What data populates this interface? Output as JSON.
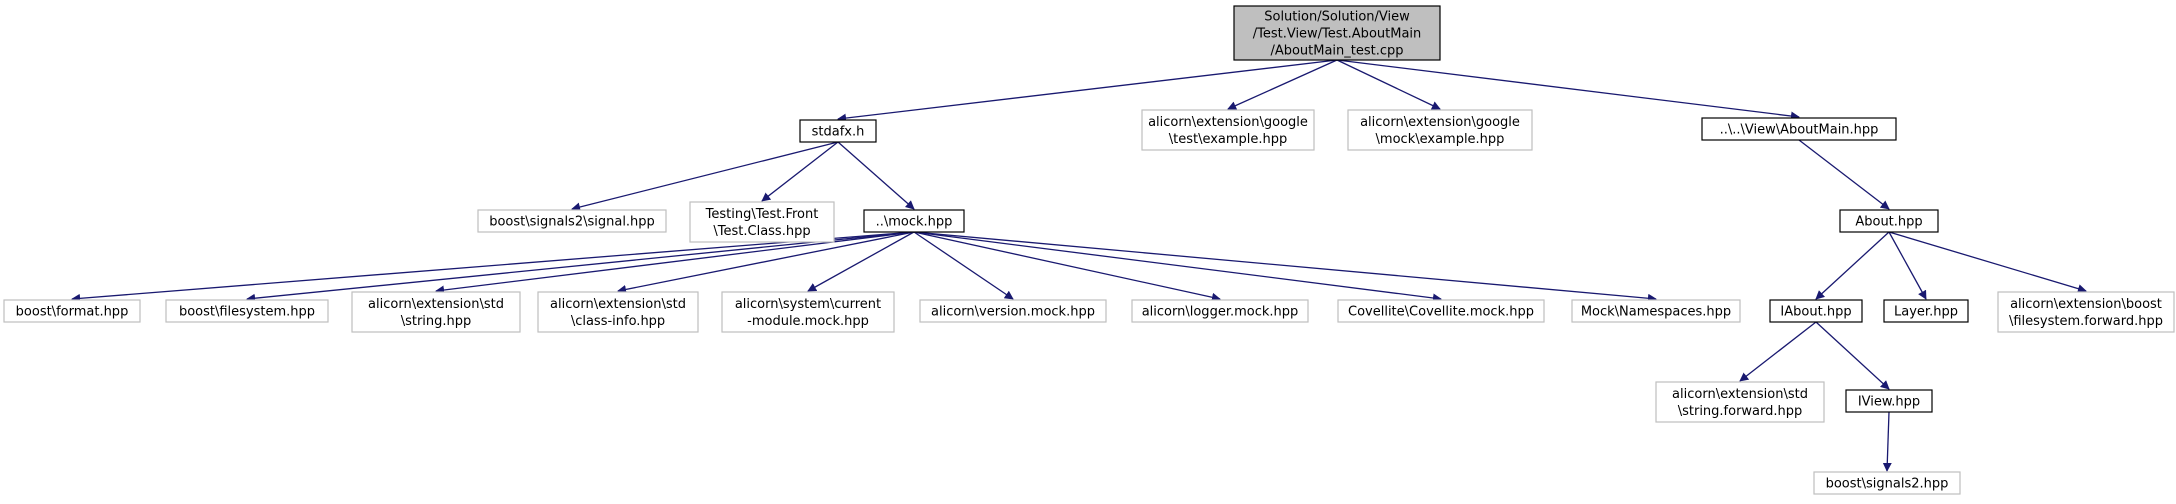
{
  "colors": {
    "root_fill": "#bfbfbf",
    "node_border": "#000000",
    "external_border": "#bfbfbf",
    "edge": "#191970",
    "text": "#000000",
    "background": "#ffffff"
  },
  "nodes": [
    {
      "id": "root",
      "kind": "root",
      "lines": [
        "Solution/Solution/View",
        "/Test.View/Test.AboutMain",
        "/AboutMain_test.cpp"
      ]
    },
    {
      "id": "stdafx",
      "kind": "doc",
      "lines": [
        "stdafx.h"
      ]
    },
    {
      "id": "google_test",
      "kind": "external",
      "lines": [
        "alicorn\\extension\\google",
        "\\test\\example.hpp"
      ]
    },
    {
      "id": "google_mock",
      "kind": "external",
      "lines": [
        "alicorn\\extension\\google",
        "\\mock\\example.hpp"
      ]
    },
    {
      "id": "aboutmain_hpp",
      "kind": "doc",
      "lines": [
        "..\\..\\View\\AboutMain.hpp"
      ]
    },
    {
      "id": "boost_signal",
      "kind": "external",
      "lines": [
        "boost\\signals2\\signal.hpp"
      ]
    },
    {
      "id": "testing_front",
      "kind": "external",
      "lines": [
        "Testing\\Test.Front",
        "\\Test.Class.hpp"
      ]
    },
    {
      "id": "mock_hpp",
      "kind": "doc",
      "lines": [
        "..\\mock.hpp"
      ]
    },
    {
      "id": "about_hpp",
      "kind": "doc",
      "lines": [
        "About.hpp"
      ]
    },
    {
      "id": "boost_format",
      "kind": "external",
      "lines": [
        "boost\\format.hpp"
      ]
    },
    {
      "id": "boost_filesystem",
      "kind": "external",
      "lines": [
        "boost\\filesystem.hpp"
      ]
    },
    {
      "id": "std_string",
      "kind": "external",
      "lines": [
        "alicorn\\extension\\std",
        "\\string.hpp"
      ]
    },
    {
      "id": "std_class_info",
      "kind": "external",
      "lines": [
        "alicorn\\extension\\std",
        "\\class-info.hpp"
      ]
    },
    {
      "id": "current_module",
      "kind": "external",
      "lines": [
        "alicorn\\system\\current",
        "-module.mock.hpp"
      ]
    },
    {
      "id": "version_mock",
      "kind": "external",
      "lines": [
        "alicorn\\version.mock.hpp"
      ]
    },
    {
      "id": "logger_mock",
      "kind": "external",
      "lines": [
        "alicorn\\logger.mock.hpp"
      ]
    },
    {
      "id": "covellite_mock",
      "kind": "external",
      "lines": [
        "Covellite\\Covellite.mock.hpp"
      ]
    },
    {
      "id": "mock_namespaces",
      "kind": "external",
      "lines": [
        "Mock\\Namespaces.hpp"
      ]
    },
    {
      "id": "iabout_hpp",
      "kind": "doc",
      "lines": [
        "IAbout.hpp"
      ]
    },
    {
      "id": "layer_hpp",
      "kind": "doc",
      "lines": [
        "Layer.hpp"
      ]
    },
    {
      "id": "boost_fs_forward",
      "kind": "external",
      "lines": [
        "alicorn\\extension\\boost",
        "\\filesystem.forward.hpp"
      ]
    },
    {
      "id": "std_string_forward",
      "kind": "external",
      "lines": [
        "alicorn\\extension\\std",
        "\\string.forward.hpp"
      ]
    },
    {
      "id": "iview_hpp",
      "kind": "doc",
      "lines": [
        "IView.hpp"
      ]
    },
    {
      "id": "boost_signals2",
      "kind": "external",
      "lines": [
        "boost\\signals2.hpp"
      ]
    }
  ],
  "edges": [
    [
      "root",
      "stdafx"
    ],
    [
      "root",
      "google_test"
    ],
    [
      "root",
      "google_mock"
    ],
    [
      "root",
      "aboutmain_hpp"
    ],
    [
      "stdafx",
      "boost_signal"
    ],
    [
      "stdafx",
      "testing_front"
    ],
    [
      "stdafx",
      "mock_hpp"
    ],
    [
      "mock_hpp",
      "boost_format"
    ],
    [
      "mock_hpp",
      "boost_filesystem"
    ],
    [
      "mock_hpp",
      "std_string"
    ],
    [
      "mock_hpp",
      "std_class_info"
    ],
    [
      "mock_hpp",
      "current_module"
    ],
    [
      "mock_hpp",
      "version_mock"
    ],
    [
      "mock_hpp",
      "logger_mock"
    ],
    [
      "mock_hpp",
      "covellite_mock"
    ],
    [
      "mock_hpp",
      "mock_namespaces"
    ],
    [
      "aboutmain_hpp",
      "about_hpp"
    ],
    [
      "about_hpp",
      "iabout_hpp"
    ],
    [
      "about_hpp",
      "layer_hpp"
    ],
    [
      "about_hpp",
      "boost_fs_forward"
    ],
    [
      "iabout_hpp",
      "std_string_forward"
    ],
    [
      "iabout_hpp",
      "iview_hpp"
    ],
    [
      "iview_hpp",
      "boost_signals2"
    ]
  ]
}
